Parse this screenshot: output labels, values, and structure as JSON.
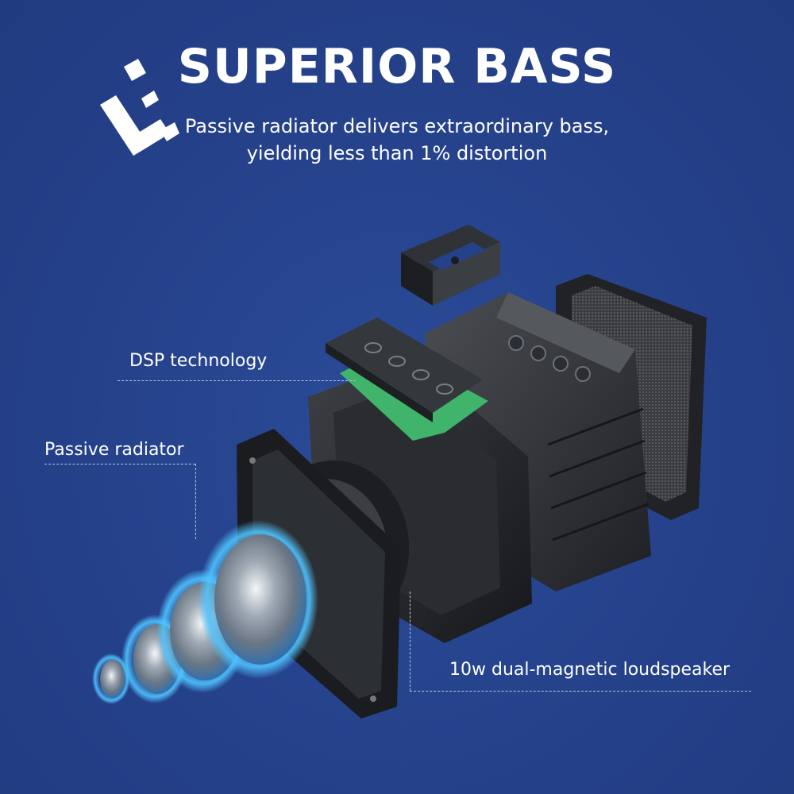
{
  "header": {
    "title": "SUPERIOR BASS",
    "subtitle_line1": "Passive radiator delivers extraordinary bass,",
    "subtitle_line2": "yielding less than 1% distortion"
  },
  "callouts": {
    "dsp": "DSP technology",
    "passive_radiator": "Passive radiator",
    "loudspeaker": "10w dual-magnetic loudspeaker"
  },
  "colors": {
    "background": "#26438b",
    "text": "#ffffff",
    "leader_line": "#b9c5e2",
    "pcb_green": "#3fb46a",
    "glow_blue": "#4fc3ff"
  },
  "icons": {
    "brand_mark": "corner-bracket-logo-icon",
    "product": "exploded-speaker-illustration"
  }
}
